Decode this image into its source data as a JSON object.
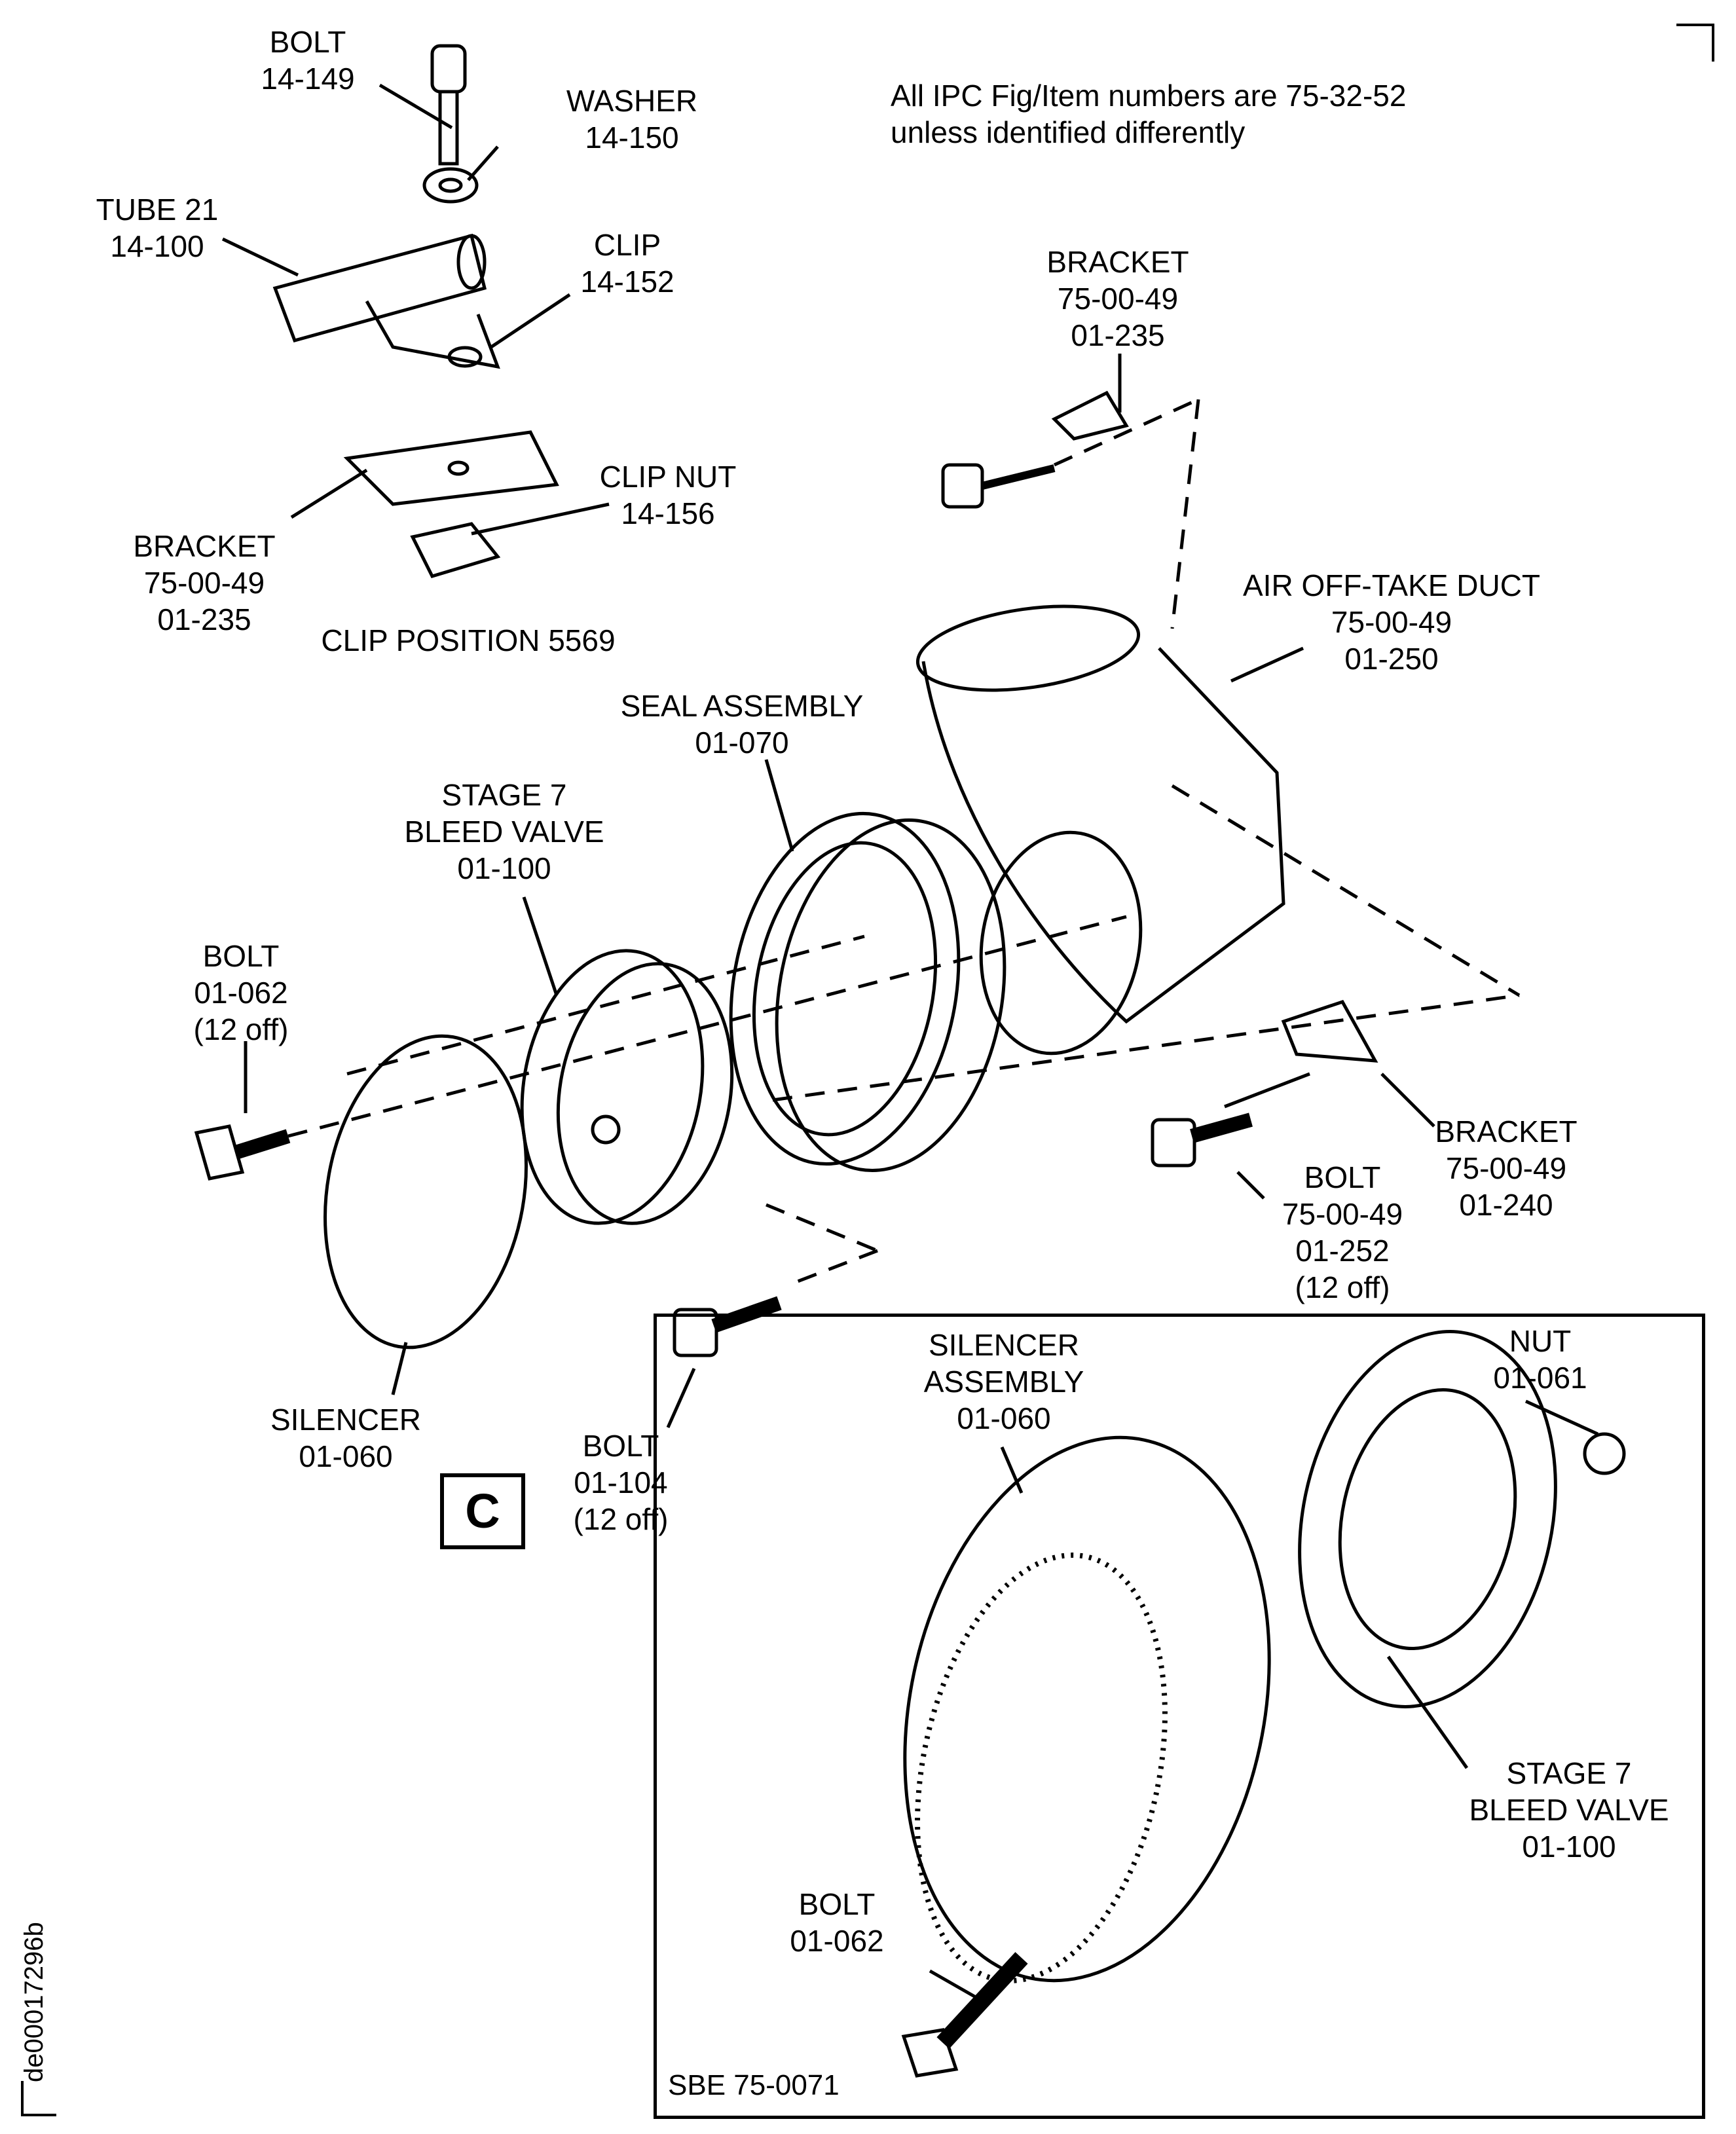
{
  "note": {
    "line1": "All IPC Fig/Item numbers are 75-32-52",
    "line2": "unless identified differently"
  },
  "labels": {
    "bolt_14_149": "BOLT\n14-149",
    "washer_14_150": "WASHER\n14-150",
    "tube_21": "TUBE 21\n14-100",
    "clip_14_152": "CLIP\n14-152",
    "bracket_top": "BRACKET\n75-00-49\n01-235",
    "clip_nut": "CLIP NUT\n14-156",
    "bracket_left": "BRACKET\n75-00-49\n01-235",
    "clip_position": "CLIP POSITION 5569",
    "air_offtake_duct": "AIR OFF-TAKE DUCT\n75-00-49\n01-250",
    "seal_assembly": "SEAL ASSEMBLY\n01-070",
    "stage7_bleed_valve": "STAGE 7\nBLEED VALVE\n01-100",
    "bolt_01_062": "BOLT\n01-062\n(12 off)",
    "bracket_01_240": "BRACKET\n75-00-49\n01-240",
    "bolt_01_252": "BOLT\n75-00-49\n01-252\n(12 off)",
    "silencer": "SILENCER\n01-060",
    "bolt_01_104": "BOLT\n01-104\n(12 off)",
    "view_letter": "C",
    "silencer_assembly": "SILENCER\nASSEMBLY\n01-060",
    "nut_01_061": "NUT\n01-061",
    "inset_stage7": "STAGE 7\nBLEED VALVE\n01-100",
    "inset_bolt": "BOLT\n01-062",
    "sbe": "SBE 75-0071",
    "doc_id": "de00017296b"
  }
}
